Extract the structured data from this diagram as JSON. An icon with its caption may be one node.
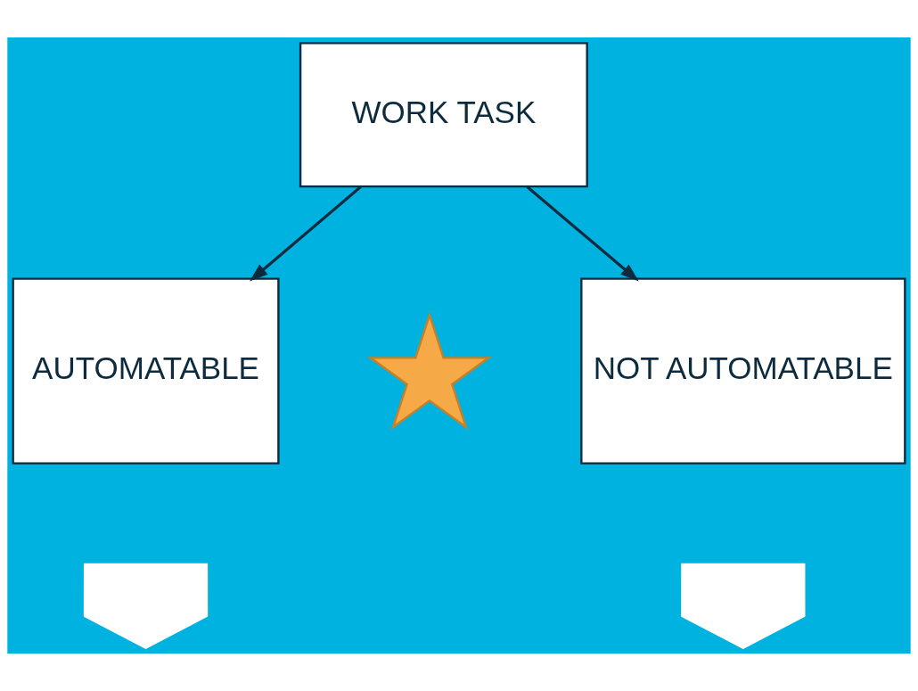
{
  "diagram": {
    "nodes": [
      {
        "text": [
          "WORK TASK"
        ]
      },
      {
        "text": [
          "AUTOMATABLE"
        ]
      },
      {
        "text": [
          "NOT AUTOMATABLE"
        ]
      },
      {
        "text": [],
        "shape": "star"
      },
      {
        "text": [],
        "shape": "arrow"
      },
      {
        "text": [],
        "shape": "arrow"
      }
    ],
    "edges": [
      {
        "from": 0,
        "to": 1,
        "arrow": "to"
      },
      {
        "from": 0,
        "to": 2,
        "arrow": "to"
      }
    ]
  }
}
